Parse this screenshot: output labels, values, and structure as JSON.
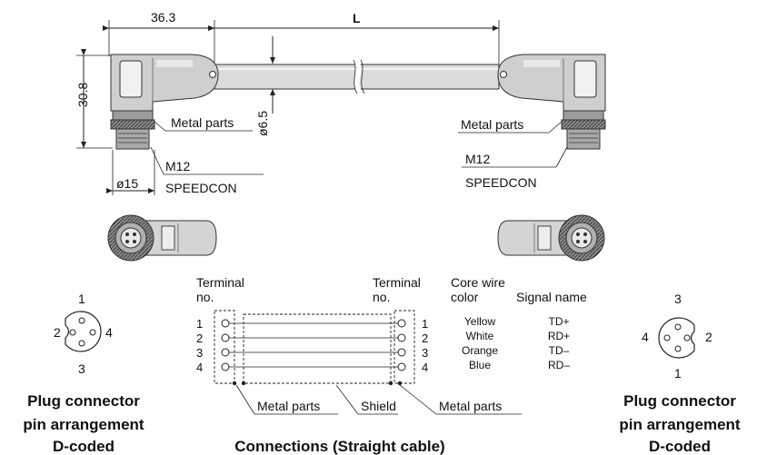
{
  "dimensions": {
    "conn_width": "36.3",
    "length": "L",
    "conn_height": "30.8",
    "cable_dia": "ø6.5",
    "thread_dia": "ø15"
  },
  "callouts": {
    "metal_parts": "Metal parts",
    "m12": "M12",
    "speedcon": "SPEEDCON",
    "shield": "Shield"
  },
  "plug_left": {
    "pins": [
      "1",
      "2",
      "3",
      "4"
    ],
    "caption": [
      "Plug connector",
      "pin arrangement",
      "D-coded"
    ]
  },
  "plug_right": {
    "pins": [
      "3",
      "4",
      "2",
      "1"
    ],
    "caption": [
      "Plug connector",
      "pin arrangement",
      "D-coded"
    ]
  },
  "connections": {
    "terminal_header": [
      "Terminal",
      "no."
    ],
    "core_header": [
      "Core wire",
      "color"
    ],
    "signal_header": "Signal name",
    "rows": [
      {
        "left": "1",
        "right": "1",
        "color": "Yellow",
        "signal": "TD+"
      },
      {
        "left": "2",
        "right": "2",
        "color": "White",
        "signal": "RD+"
      },
      {
        "left": "3",
        "right": "3",
        "color": "Orange",
        "signal": "TD–"
      },
      {
        "left": "4",
        "right": "4",
        "color": "Blue",
        "signal": "RD–"
      }
    ],
    "caption": "Connections (Straight cable)"
  }
}
